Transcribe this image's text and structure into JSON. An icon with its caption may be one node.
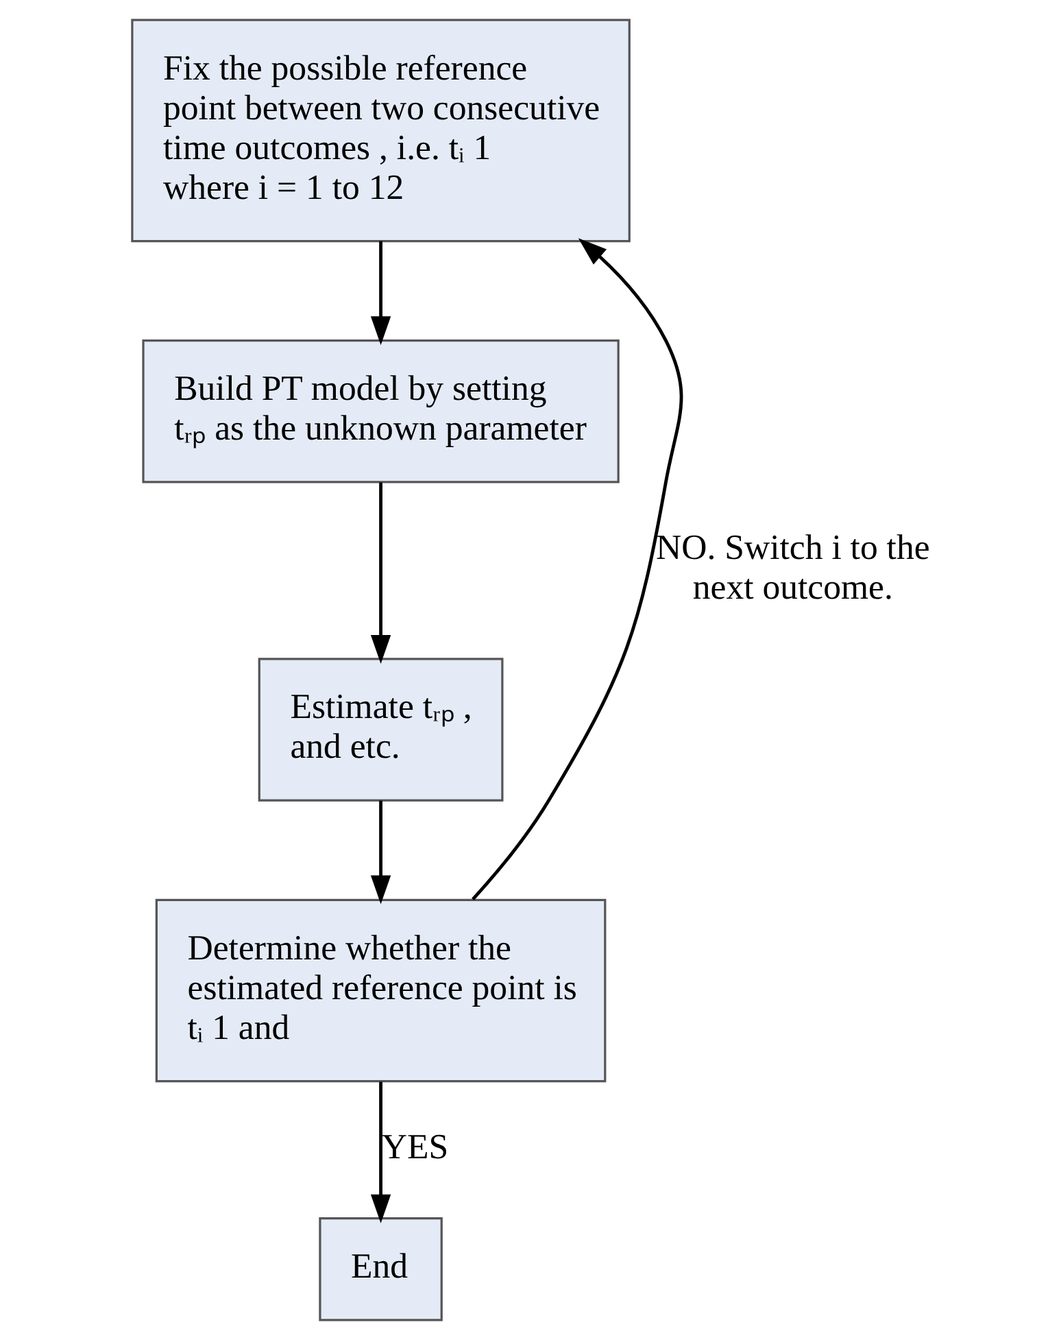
{
  "diagram": {
    "nodes": [
      {
        "text": [
          "Fix the possible reference point between two consecutive time outcomes , i.e. tᵢ 1 where i = 1 to 12"
        ]
      },
      {
        "text": [
          "Build PT model by setting tᵣₚ as the unknown parameter"
        ]
      },
      {
        "text": [
          "Estimate tᵣₚ , and etc."
        ]
      },
      {
        "text": [
          "Determine whether the estimated reference point is tᵢ 1 and"
        ]
      },
      {
        "text": [
          "End"
        ]
      }
    ],
    "edges": [
      {
        "from": 0,
        "to": 1,
        "arrow": "to"
      },
      {
        "from": 1,
        "to": 2,
        "arrow": "to"
      },
      {
        "from": 2,
        "to": 3,
        "arrow": "to"
      },
      {
        "from": 3,
        "to": 4,
        "arrow": "to",
        "label": "YES"
      },
      {
        "from": 3,
        "to": 0,
        "arrow": "to",
        "label": "NO. Switch i to the next outcome."
      }
    ]
  }
}
